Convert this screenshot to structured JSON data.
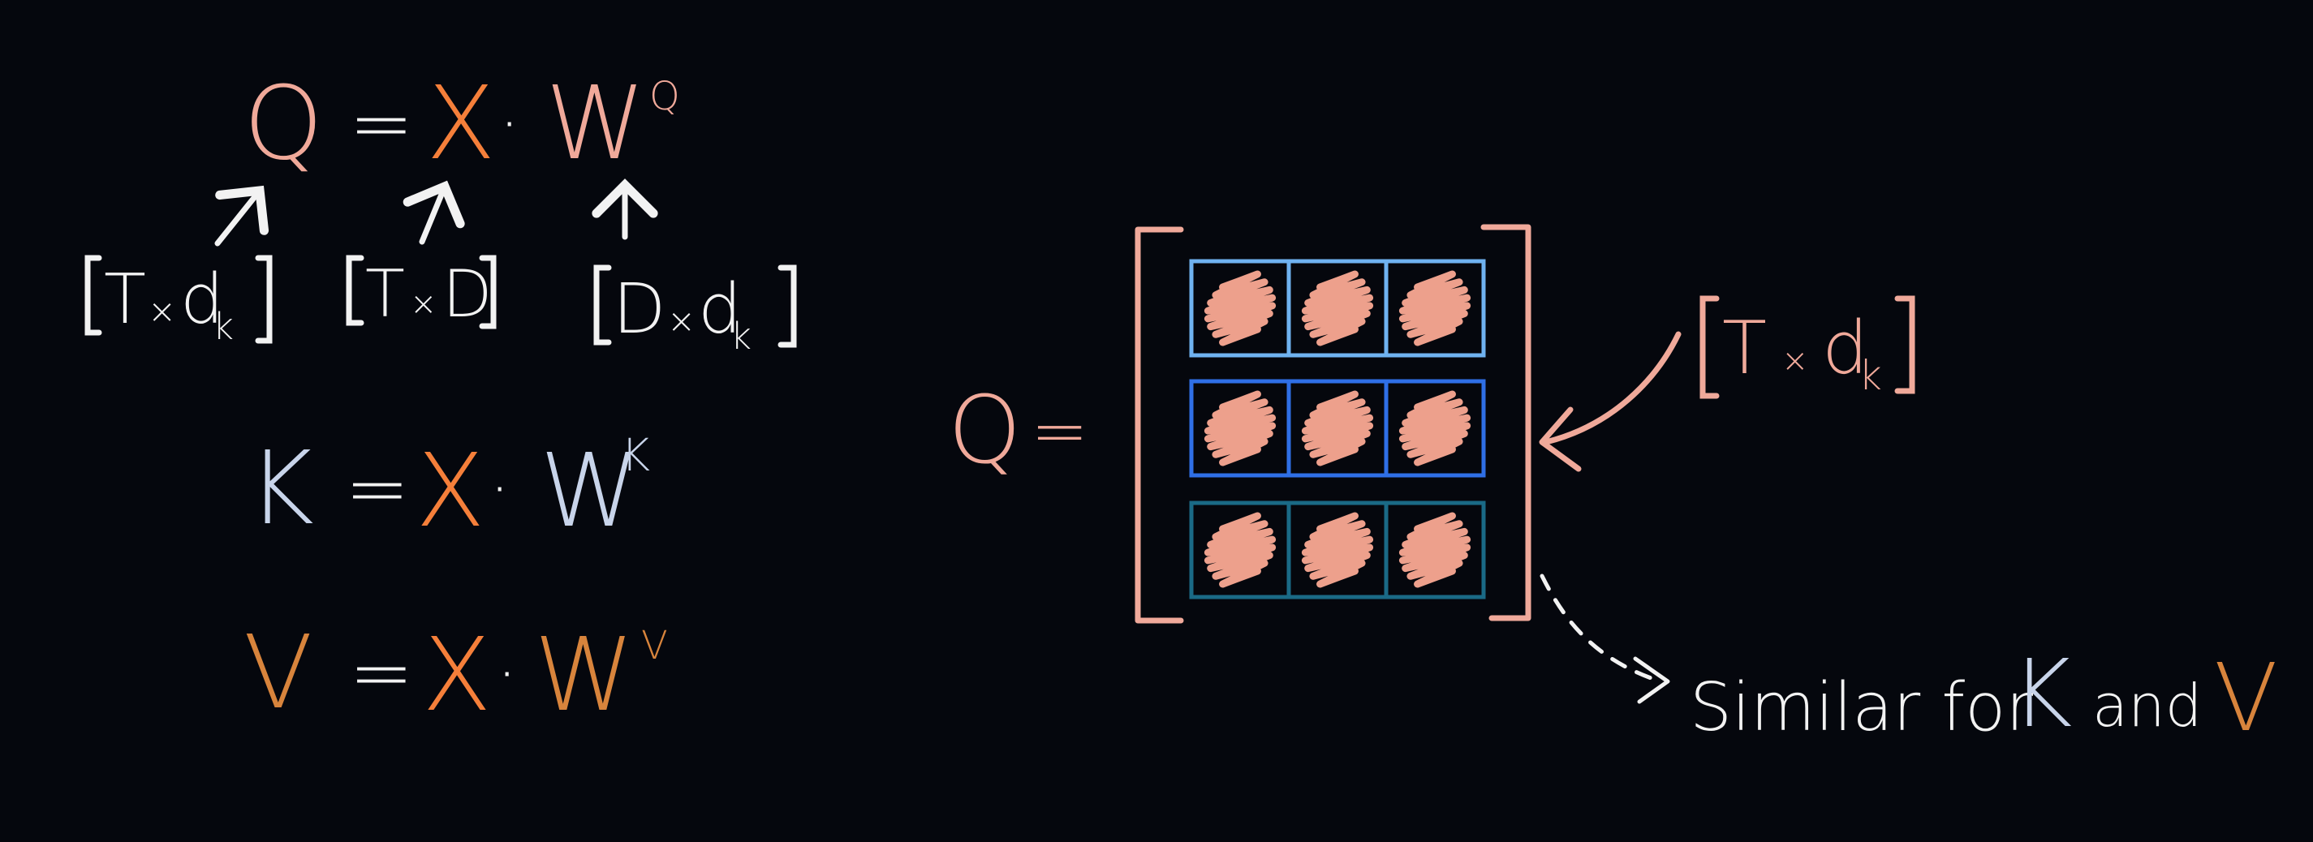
{
  "colors": {
    "background": "#05070d",
    "q": "#f0a99a",
    "x": "#f57f3a",
    "k": "#c8d4ea",
    "v": "#d8843c",
    "white": "#f2f2f2",
    "dim_text": "#f0a99a",
    "row1_border": "#6fb2f0",
    "row2_border": "#2f6fe6",
    "row3_border": "#1a6a86",
    "scribble": "#eda08c"
  },
  "equations": {
    "q": {
      "lhs": "Q",
      "eq": "=",
      "x": "X",
      "dot": "·",
      "w": "W",
      "sup": "Q"
    },
    "k": {
      "lhs": "K",
      "eq": "=",
      "x": "X",
      "dot": "·",
      "w": "W",
      "sup": "K"
    },
    "v": {
      "lhs": "V",
      "eq": "=",
      "x": "X",
      "dot": "·",
      "w": "W",
      "sup": "V"
    }
  },
  "dims": {
    "q_dim": {
      "a": "T",
      "op": "×",
      "b": "d",
      "sub": "k"
    },
    "x_dim": {
      "a": "T",
      "op": "×",
      "b": "D"
    },
    "w_dim": {
      "a": "D",
      "op": "×",
      "b": "d",
      "sub": "k"
    }
  },
  "matrix": {
    "lhs": "Q",
    "eq": "=",
    "rows": 3,
    "cols": 3,
    "dim_label": {
      "a": "T",
      "op": "×",
      "b": "d",
      "sub": "k"
    }
  },
  "note": {
    "prefix": "Similar for",
    "k": "K",
    "and": "and",
    "v": "V"
  }
}
